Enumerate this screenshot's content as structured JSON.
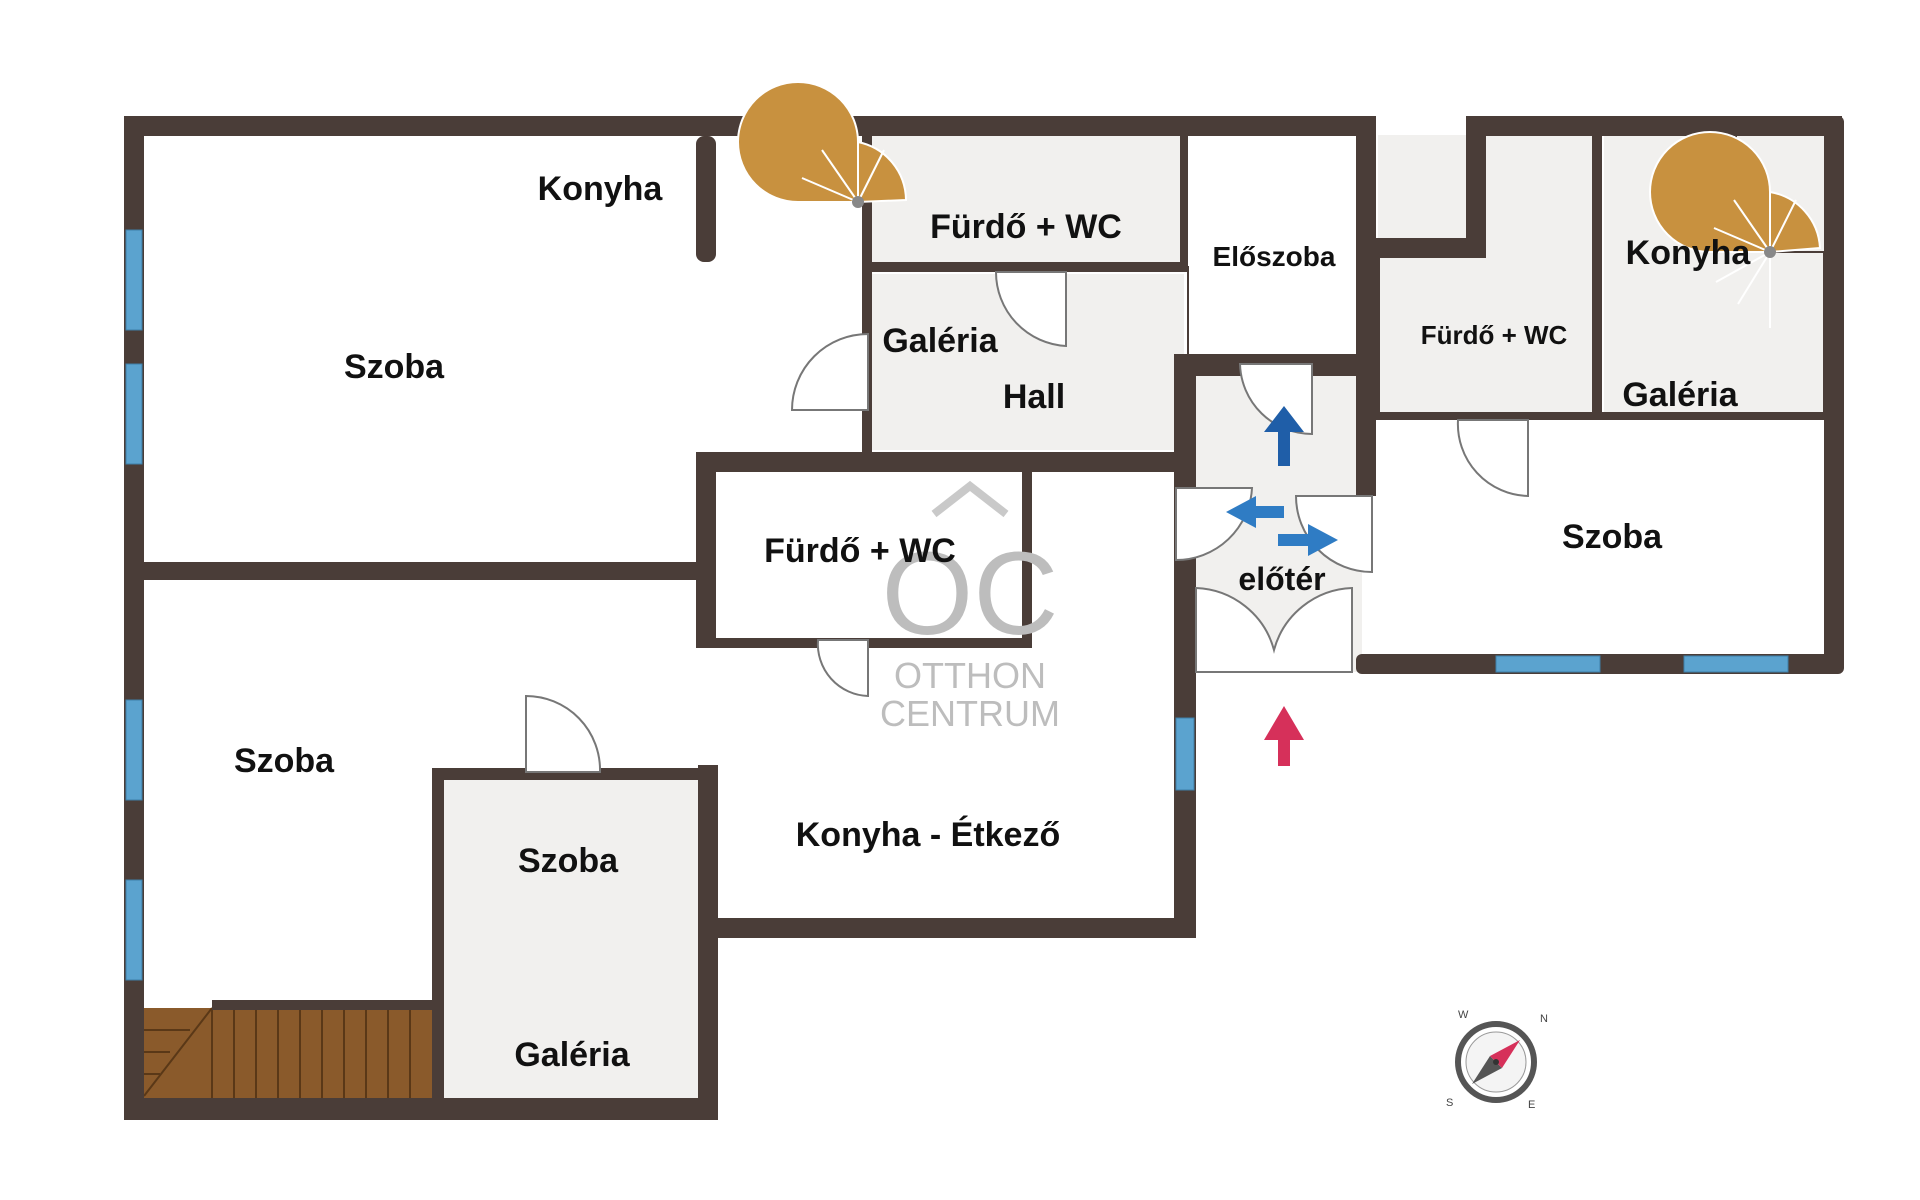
{
  "rooms": {
    "konyha_a": "Konyha",
    "szoba_a": "Szoba",
    "furdo_a": "Fürdő + WC",
    "galeria_a": "Galéria",
    "hall": "Hall",
    "eloszoba": "Előszoba",
    "furdo_b": "Fürdő + WC",
    "konyha_b": "Konyha",
    "galeria_b": "Galéria",
    "szoba_b": "Szoba",
    "furdo_c": "Fürdő + WC",
    "eloter": "előtér",
    "szoba_c": "Szoba",
    "szoba_d": "Szoba",
    "konyha_etkezo": "Konyha - Étkező",
    "galeria_c": "Galéria"
  },
  "watermark": {
    "logo": "OC",
    "line1": "OTTHON",
    "line2": "CENTRUM"
  },
  "compass": {
    "n": "N",
    "e": "E",
    "s": "S",
    "w": "W"
  },
  "colors": {
    "wall": "#4a3d38",
    "window": "#5ba3cf",
    "gallery_floor": "#f1f0ee",
    "stair": "#c8913f",
    "stair_wood": "#8a5a2b",
    "entry_arrow": "#d6305a",
    "flow_arrow": "#1f5ea8"
  }
}
